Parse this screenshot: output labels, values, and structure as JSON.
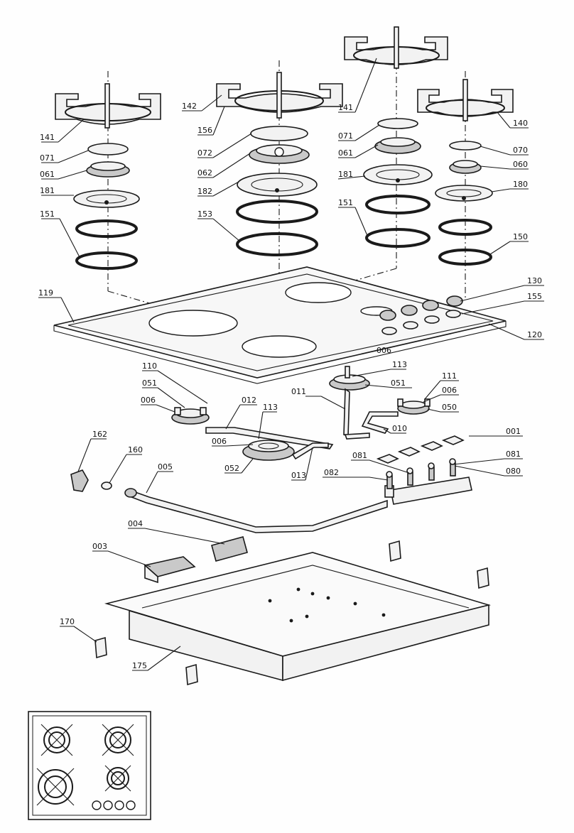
{
  "callouts": [
    {
      "id": "c141a",
      "text": "141"
    },
    {
      "id": "c071a",
      "text": "071"
    },
    {
      "id": "c061a",
      "text": "061"
    },
    {
      "id": "c181a",
      "text": "181"
    },
    {
      "id": "c151a",
      "text": "151"
    },
    {
      "id": "c142",
      "text": "142"
    },
    {
      "id": "c156",
      "text": "156"
    },
    {
      "id": "c072",
      "text": "072"
    },
    {
      "id": "c062",
      "text": "062"
    },
    {
      "id": "c182",
      "text": "182"
    },
    {
      "id": "c153",
      "text": "153"
    },
    {
      "id": "c141b",
      "text": "141"
    },
    {
      "id": "c071b",
      "text": "071"
    },
    {
      "id": "c061b",
      "text": "061"
    },
    {
      "id": "c181b",
      "text": "181"
    },
    {
      "id": "c151b",
      "text": "151"
    },
    {
      "id": "c140",
      "text": "140"
    },
    {
      "id": "c070",
      "text": "070"
    },
    {
      "id": "c060",
      "text": "060"
    },
    {
      "id": "c180",
      "text": "180"
    },
    {
      "id": "c150",
      "text": "150"
    },
    {
      "id": "c119",
      "text": "119"
    },
    {
      "id": "c130",
      "text": "130"
    },
    {
      "id": "c155",
      "text": "155"
    },
    {
      "id": "c120",
      "text": "120"
    },
    {
      "id": "c110",
      "text": "110"
    },
    {
      "id": "c051a",
      "text": "051"
    },
    {
      "id": "c006a",
      "text": "006"
    },
    {
      "id": "c012",
      "text": "012"
    },
    {
      "id": "c006b",
      "text": "006"
    },
    {
      "id": "c113a",
      "text": "113"
    },
    {
      "id": "c051b",
      "text": "051"
    },
    {
      "id": "c011",
      "text": "011"
    },
    {
      "id": "c111",
      "text": "111"
    },
    {
      "id": "c006c",
      "text": "006"
    },
    {
      "id": "c050",
      "text": "050"
    },
    {
      "id": "c113b",
      "text": "113"
    },
    {
      "id": "c006d",
      "text": "006"
    },
    {
      "id": "c010",
      "text": "010"
    },
    {
      "id": "c001",
      "text": "001"
    },
    {
      "id": "c162",
      "text": "162"
    },
    {
      "id": "c160",
      "text": "160"
    },
    {
      "id": "c052",
      "text": "052"
    },
    {
      "id": "c013",
      "text": "013"
    },
    {
      "id": "c005",
      "text": "005"
    },
    {
      "id": "c081a",
      "text": "081"
    },
    {
      "id": "c081b",
      "text": "081"
    },
    {
      "id": "c082",
      "text": "082"
    },
    {
      "id": "c080",
      "text": "080"
    },
    {
      "id": "c004",
      "text": "004"
    },
    {
      "id": "c003",
      "text": "003"
    },
    {
      "id": "c170",
      "text": "170"
    },
    {
      "id": "c175",
      "text": "175"
    }
  ]
}
